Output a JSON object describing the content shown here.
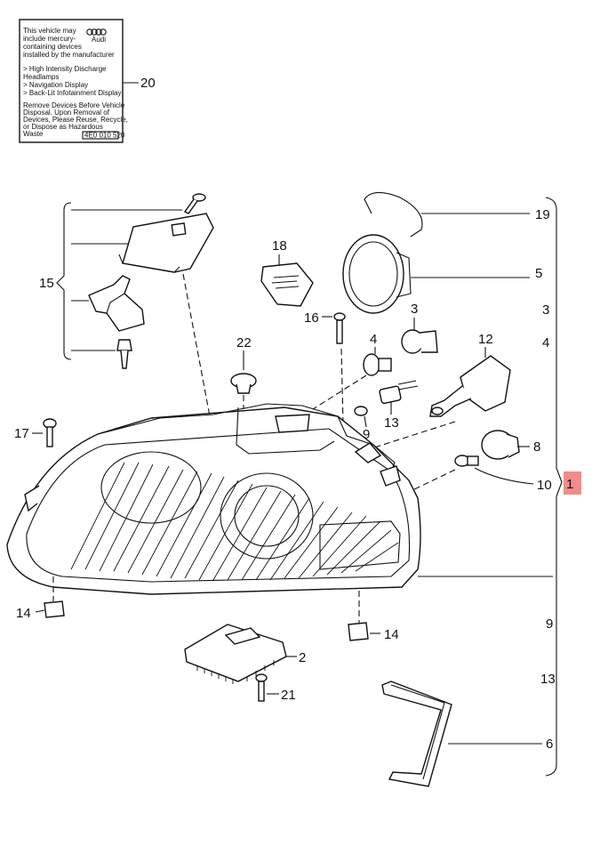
{
  "label_sticker": {
    "lines": [
      "This vehicle may",
      "include mercury-",
      "containing devices",
      "installed by the manufacturer",
      "> High Intensity Discharge",
      "   Headlamps",
      "> Navigation Display",
      "> Back-Lit Infotainment Display",
      "Remove Devices Before Vehicle",
      "Disposal. Upon Removal of",
      "Devices, Please Reuse, Recycle,",
      "or Dispose as Hazardous",
      "Waste"
    ],
    "brand": "Audi",
    "part_code": "4E0 010 520"
  },
  "callouts": {
    "c20": "20",
    "c19": "19",
    "c5": "5",
    "c3r": "3",
    "c4r": "4",
    "c15": "15",
    "c18": "18",
    "c16": "16",
    "c3": "3",
    "c4": "4",
    "c12": "12",
    "c22": "22",
    "c13": "13",
    "c9": "9",
    "c17": "17",
    "c8": "8",
    "c10": "10",
    "c1": "1",
    "c14l": "14",
    "c14r": "14",
    "c2": "2",
    "c21": "21",
    "c9r": "9",
    "c13r": "13",
    "c6": "6"
  },
  "highlight_color": "#f28b8b"
}
